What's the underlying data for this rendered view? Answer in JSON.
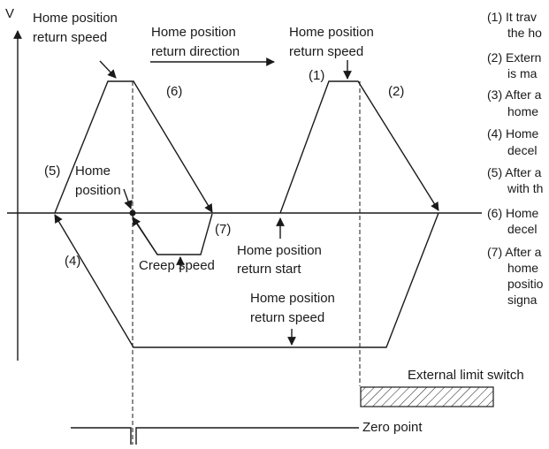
{
  "labels": {
    "v_axis": "V",
    "home_return_speed_left": [
      "Home position",
      "return speed"
    ],
    "home_return_direction": [
      "Home position",
      "return direction"
    ],
    "home_return_speed_right": [
      "Home position",
      "return speed"
    ],
    "home_position": [
      "Home",
      "position"
    ],
    "creep_speed": "Creep speed",
    "home_return_start": [
      "Home position",
      "return start"
    ],
    "home_return_speed_bottom": [
      "Home position",
      "return speed"
    ],
    "external_limit_switch": "External limit switch",
    "zero_point": "Zero point"
  },
  "markers": {
    "m1": "(1)",
    "m2": "(2)",
    "m4": "(4)",
    "m5": "(5)",
    "m6": "(6)",
    "m7": "(7)"
  },
  "notes": [
    [
      "(1) It trav",
      "the ho"
    ],
    [
      "(2) Extern",
      "is ma"
    ],
    [
      "(3) After a",
      "home"
    ],
    [
      "(4) Home",
      "decel"
    ],
    [
      "(5) After a",
      "with th"
    ],
    [
      "(6) Home",
      "decel"
    ],
    [
      "(7) After a",
      "home",
      "positio",
      "signa"
    ]
  ]
}
